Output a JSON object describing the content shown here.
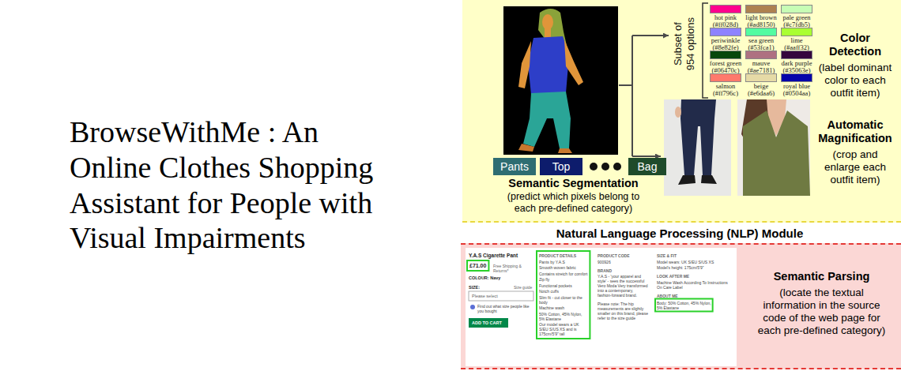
{
  "diagram": {
    "title": "BrowseWithMe : An Online Clothes Shopping Assistant for People with Visual Impairments",
    "nodes": [
      {
        "text": [
          "Color Detection",
          "(label dominant color to each outfit item)",
          "Automatic Magnification",
          "(crop and enlarge each outfit item)",
          "Semantic Segmentation",
          "(predict which pixels belong to each pre-defined category)"
        ]
      },
      {
        "text": [
          "Pants"
        ],
        "in": 0
      },
      {
        "text": [
          "Top"
        ],
        "in": 0
      },
      {
        "text": [
          "Bag"
        ],
        "in": 0
      },
      {
        "text": [
          "Natural Language Processing (NLP) Module",
          "Semantic Parsing",
          "(locate the textual information in the source code of the web page for each pre-defined category)"
        ]
      }
    ],
    "labels": [
      "Subset of 954 options",
      "Y.A.S Cigarette Pant",
      "£71.00",
      "Free Shipping & Returns*",
      "COLOUR: Navy",
      "SIZE:",
      "Size guide",
      "Please select",
      "Find out what size people like you bought",
      "ADD TO CART",
      "PRODUCT DETAILS",
      "Pants by Y.A.S",
      "Smooth woven fabric",
      "Contains stretch for comfort",
      "Zip fly",
      "Functional pockets",
      "Notch cuffs",
      "Slim fit - cut closer to the body",
      "Machine wash",
      "50% Cotton, 45% Nylon, 5% Elastane",
      "Our model wears a UK S/EU S/US XS and is 175cm/5'9\" tall",
      "PRODUCT CODE",
      "900926",
      "BRAND",
      "Y.A.S - 'your apparel and style' - sees the successful Vero Moda Very transformed into a contemporary, fashion-forward brand.",
      "Please note: The hip measurements are slightly smaller on this brand, please refer to the size guide",
      "SIZE & FIT",
      "Model wears: UK S/EU S/US XS",
      "Model's height: 175cm/5'9\"",
      "LOOK AFTER ME",
      "Machine Wash According To Instructions On Care Label",
      "ABOUT ME",
      "Body: 50% Cotton, 45% Nylon, 5% Elastane"
    ],
    "legend": [
      {
        "text": "hot pink (#ff028d)",
        "color": "#ff028d"
      },
      {
        "text": "light brown (#ad8150)",
        "color": "#ad8150"
      },
      {
        "text": "pale green (#c7fdb5)",
        "color": "#c7fdb5"
      },
      {
        "text": "periwinkle (#8e82fe)",
        "color": "#8e82fe"
      },
      {
        "text": "sea green (#53fca1)",
        "color": "#53fca1"
      },
      {
        "text": "lime (#aaff32)",
        "color": "#aaff32"
      },
      {
        "text": "forest green (#06470c)",
        "color": "#06470c"
      },
      {
        "text": "mauve (#ae7181)",
        "color": "#ae7181"
      },
      {
        "text": "dark purple (#35063e)",
        "color": "#35063e"
      },
      {
        "text": "salmon (#ff796c)",
        "color": "#ff796c"
      },
      {
        "text": "beige (#e6daa6)",
        "color": "#e6daa6"
      },
      {
        "text": "royal blue (#0504aa)",
        "color": "#0504aa"
      }
    ]
  }
}
